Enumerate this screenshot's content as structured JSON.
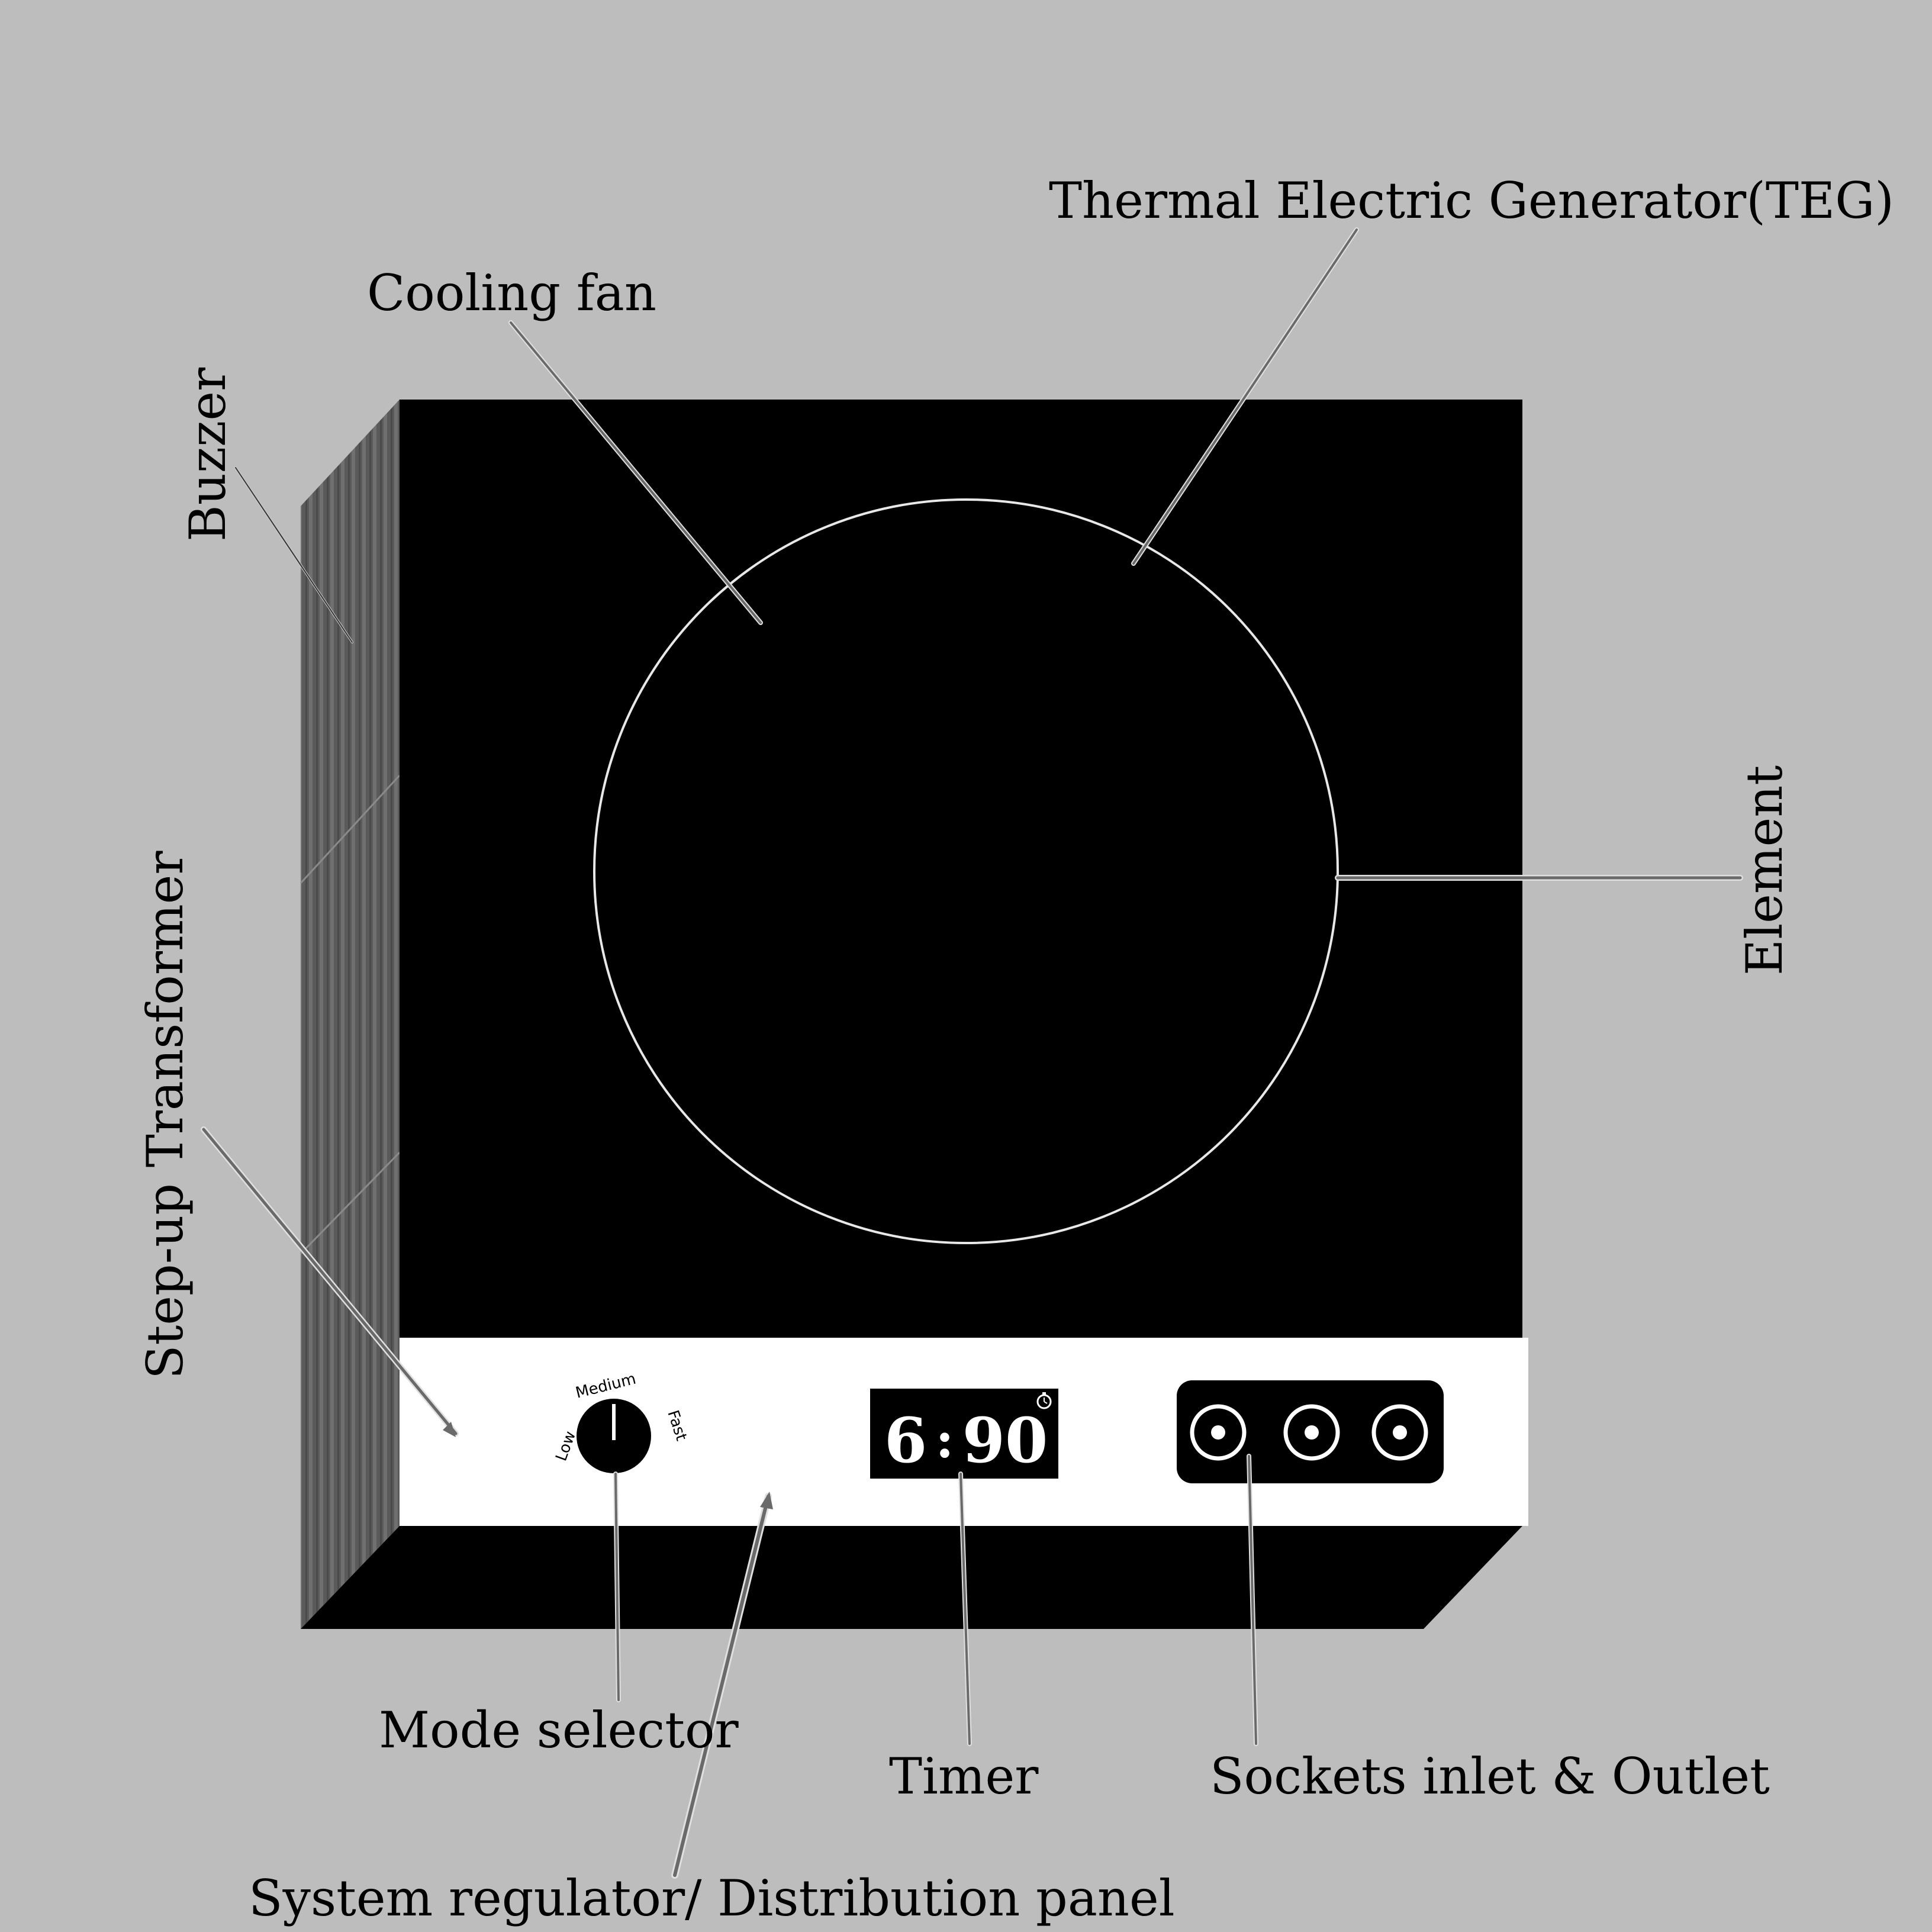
{
  "labels": {
    "teg": "Thermal Electric Generator(TEG)",
    "cooling_fan": "Cooling fan",
    "buzzer": "Buzzer",
    "element": "Element",
    "step_up_transformer": "Step-up Transformer",
    "mode_selector": "Mode selector",
    "timer": "Timer",
    "sockets": "Sockets inlet & Outlet",
    "system_regulator": "System regulator/ Distribution panel"
  },
  "mode_dial": {
    "low": "Low",
    "medium": "Medium",
    "fast": "Fast"
  },
  "timer_display": {
    "hours": "6",
    "separator": ":",
    "minutes": "90"
  },
  "colors": {
    "background": "#bdbdbd",
    "body": "#000000",
    "panel": "#ffffff",
    "side": "#5e5e5e"
  }
}
